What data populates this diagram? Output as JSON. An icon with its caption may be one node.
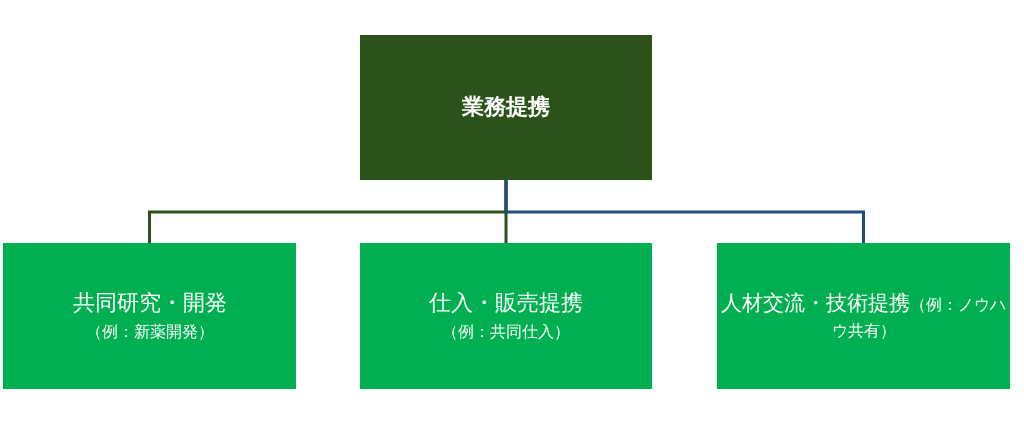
{
  "diagram": {
    "nodes": [
      {
        "text": [
          "業務提携"
        ]
      },
      {
        "text": [
          "共同研究・開発",
          "（例：新薬開発）"
        ]
      },
      {
        "text": [
          "仕入・販売提携",
          "（例：共同仕入）"
        ]
      },
      {
        "text": [
          "人材交流・技術提携",
          "（例：ノウハウ共有）"
        ]
      }
    ],
    "edges": [
      {
        "from": 0,
        "to": 1,
        "arrow": "none"
      },
      {
        "from": 0,
        "to": 2,
        "arrow": "none"
      },
      {
        "from": 0,
        "to": 3,
        "arrow": "none",
        "color": "#1f4e79"
      }
    ]
  }
}
